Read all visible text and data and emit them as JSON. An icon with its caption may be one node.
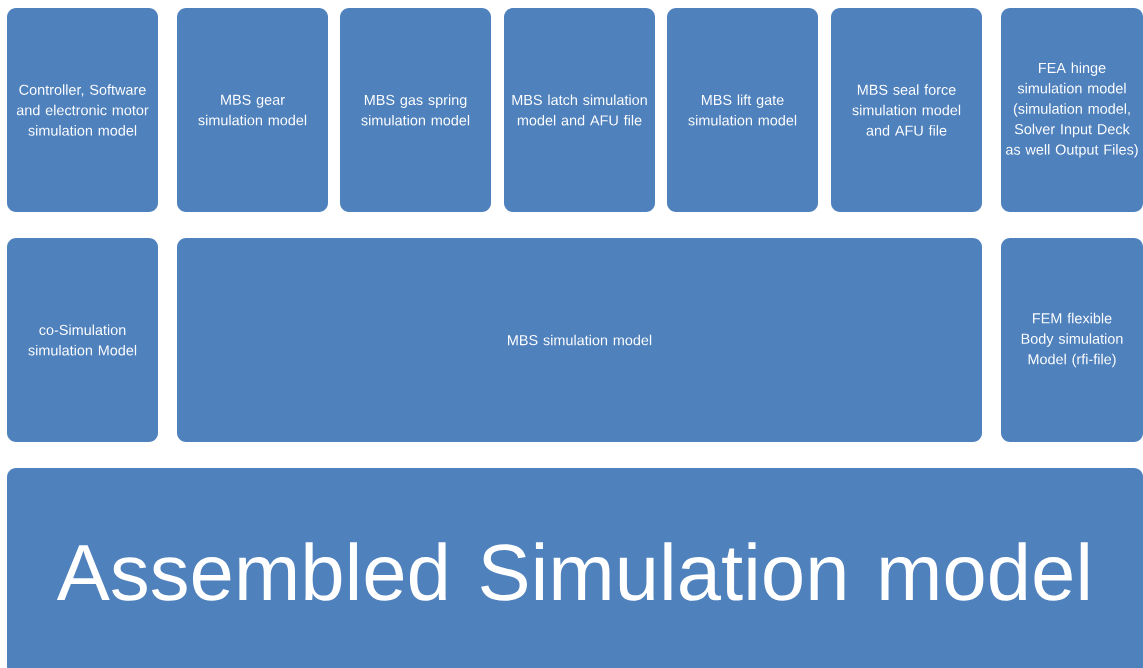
{
  "diagram": {
    "nodes": [
      {
        "text": [
          "Controller, Software and electronic motor simulation model"
        ]
      },
      {
        "text": [
          "MBS gear simulation model"
        ]
      },
      {
        "text": [
          "MBS gas spring simulation model"
        ]
      },
      {
        "text": [
          "MBS latch simulation model and AFU file"
        ]
      },
      {
        "text": [
          "MBS lift gate simulation model"
        ]
      },
      {
        "text": [
          "MBS seal force simulation model and AFU file"
        ]
      },
      {
        "text": [
          "FEA hinge simulation model (simulation model, Solver Input Deck as well Output Files)"
        ]
      },
      {
        "text": [
          "co-Simulation simulation Model"
        ]
      },
      {
        "text": [
          "MBS simulation model"
        ]
      },
      {
        "text": [
          "FEM flexible Body simulation Model (rfi-file)"
        ]
      },
      {
        "text": [
          "Assembled Simulation model"
        ]
      }
    ]
  }
}
